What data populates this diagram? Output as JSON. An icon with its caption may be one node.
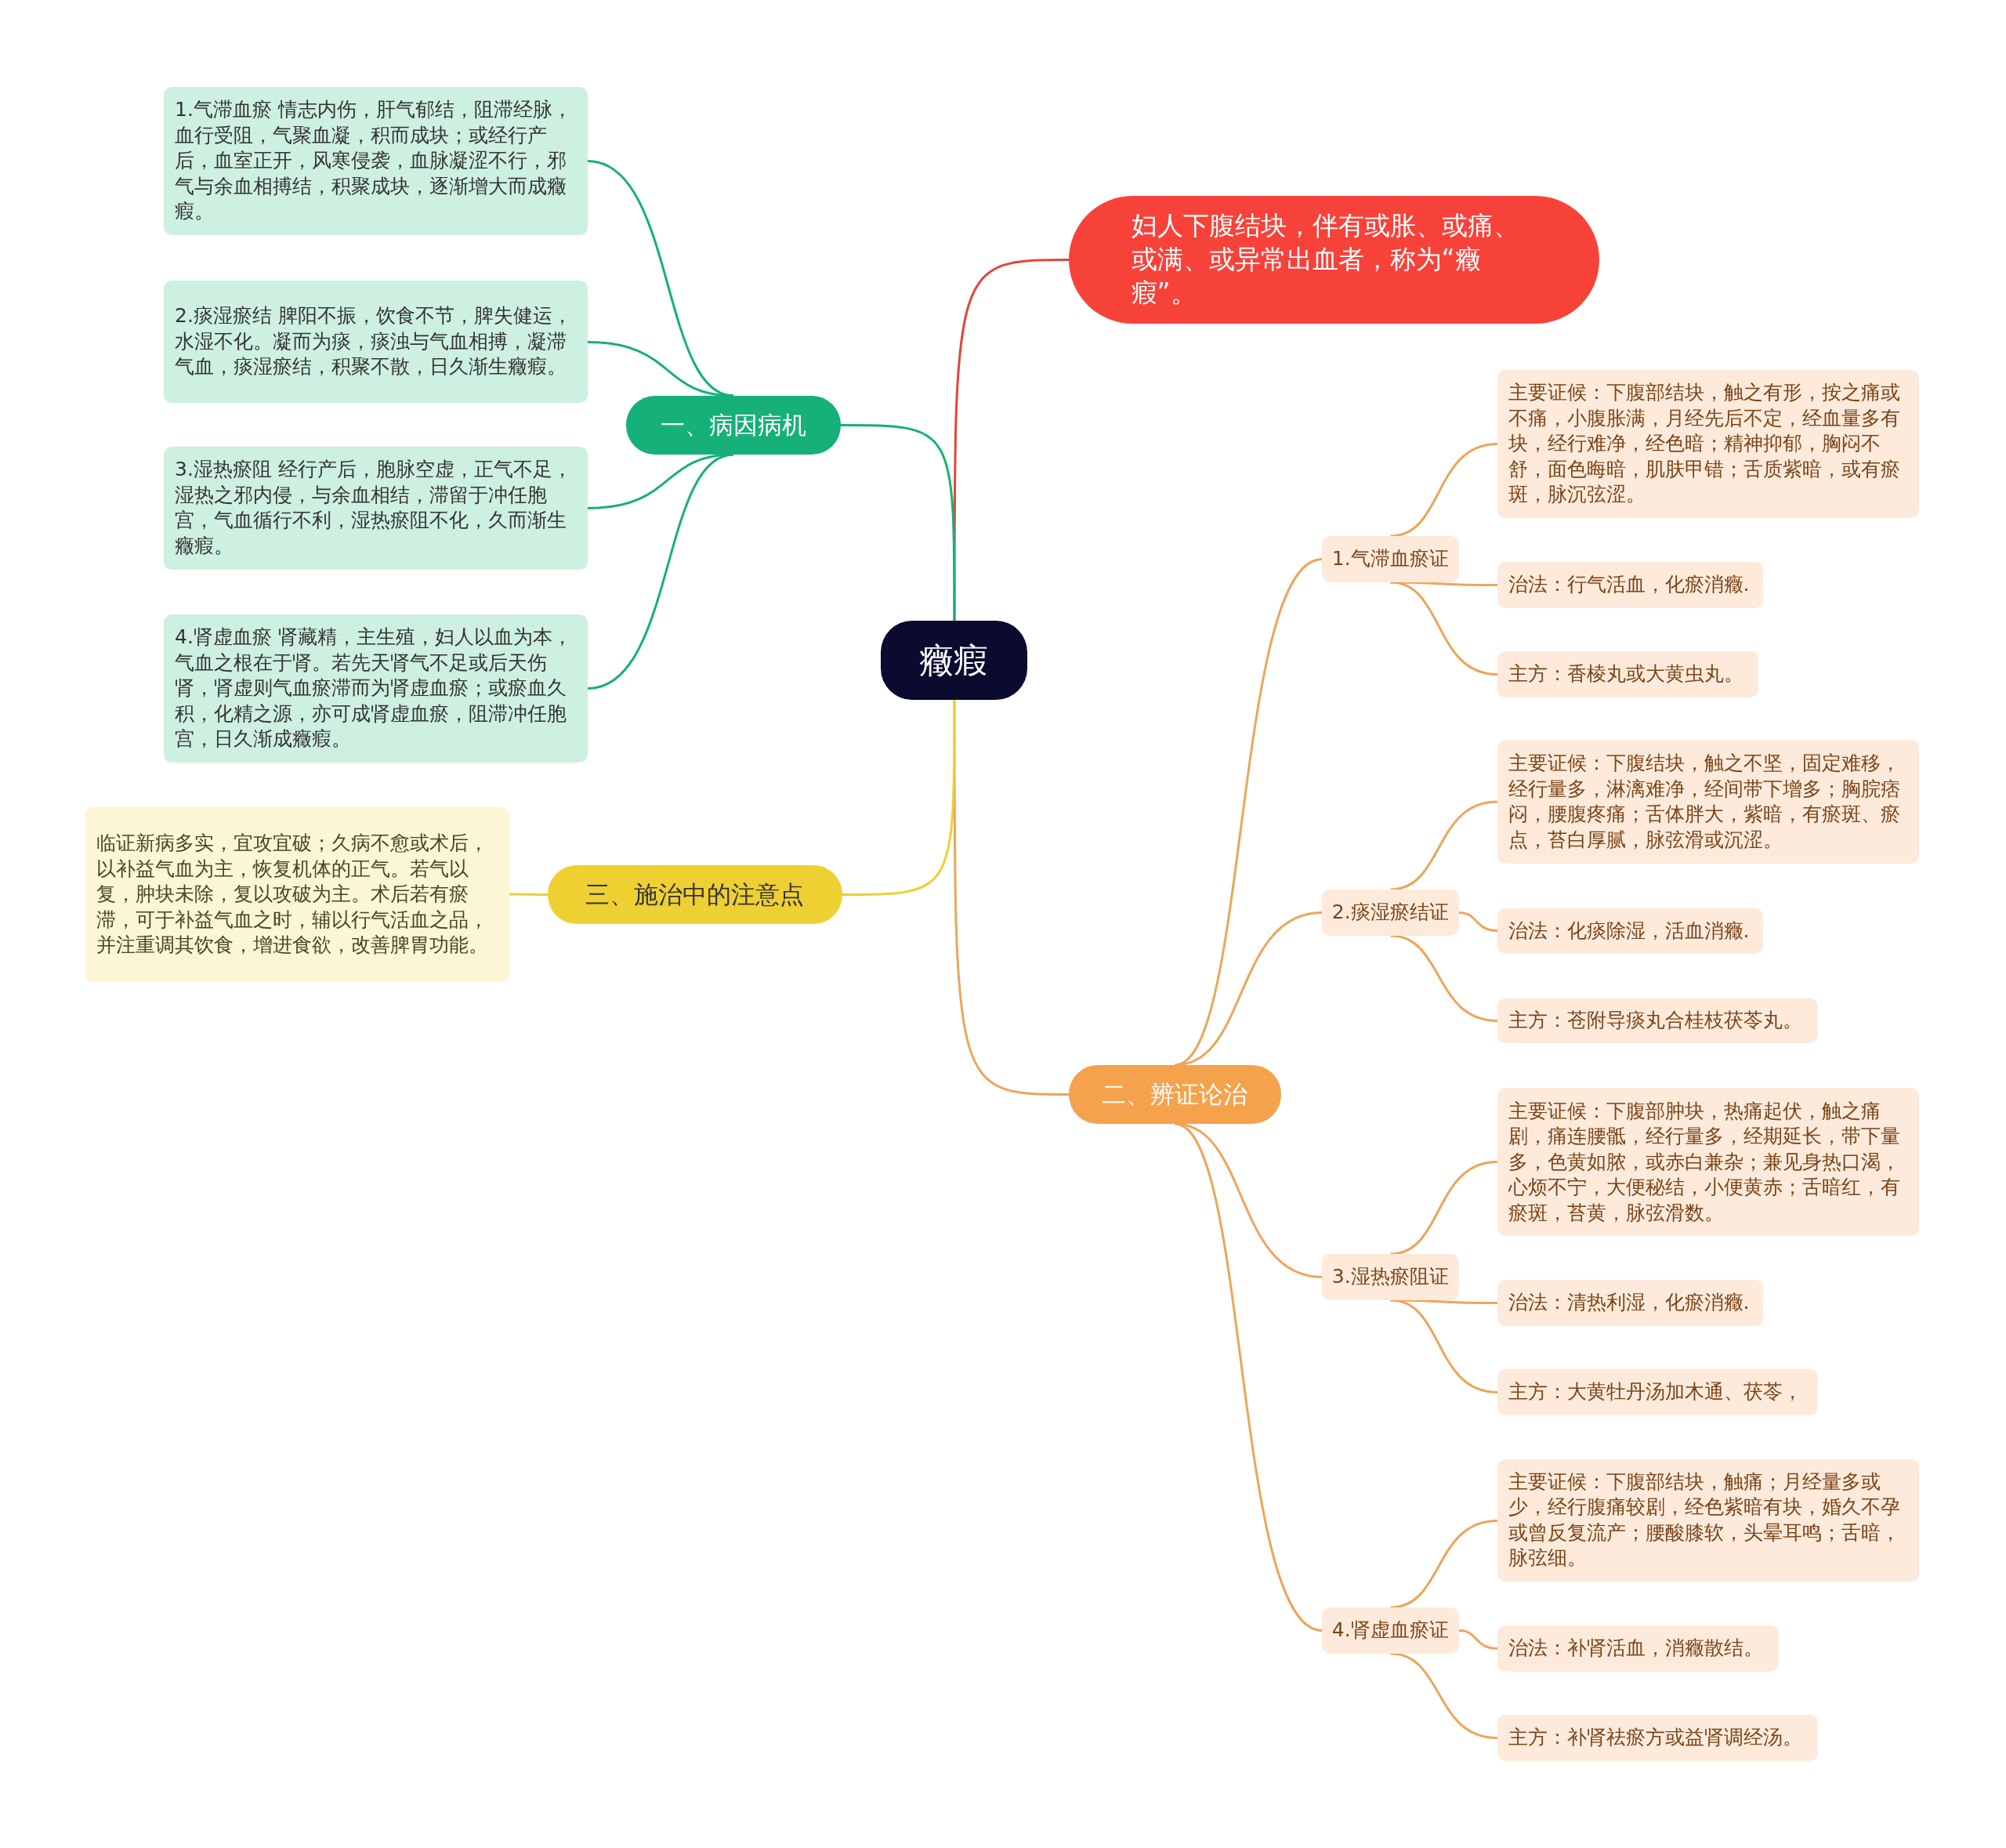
{
  "diagram": {
    "nodes": [
      {
        "text": [
          "癥瘕"
        ]
      },
      {
        "text": [
          "妇人下腹结块，伴有或胀、或痛、或满、或异常出血者，称为“癥瘕”。"
        ]
      },
      {
        "text": [
          "一、病因病机"
        ]
      },
      {
        "text": [
          "1.气滞血瘀 情志内伤，肝气郁结，阻滞经脉，血行受阻，气聚血凝，积而成块；或经行产后，血室正开，风寒侵袭，血脉凝涩不行，邪气与余血相搏结，积聚成块，逐渐增大而成癥瘕。"
        ]
      },
      {
        "text": [
          "2.痰湿瘀结 脾阳不振，饮食不节，脾失健运，水湿不化。凝而为痰，痰浊与气血相搏，凝滞气血，痰湿瘀结，积聚不散，日久渐生癥瘕。"
        ]
      },
      {
        "text": [
          "3.湿热瘀阻 经行产后，胞脉空虚，正气不足，湿热之邪内侵，与余血相结，滞留于冲任胞宫，气血循行不利，湿热瘀阻不化，久而渐生癥瘕。"
        ]
      },
      {
        "text": [
          "4.肾虚血瘀 肾藏精，主生殖，妇人以血为本，气血之根在于肾。若先天肾气不足或后天伤肾，肾虚则气血瘀滞而为肾虚血瘀；或瘀血久积，化精之源，亦可成肾虚血瘀，阻滞冲任胞宫，日久渐成癥瘕。"
        ]
      },
      {
        "text": [
          "二、辨证论治"
        ]
      },
      {
        "text": [
          "1.气滞血瘀证"
        ]
      },
      {
        "text": [
          "主要证候：下腹部结块，触之有形，按之痛或不痛，小腹胀满，月经先后不定，经血量多有块，经行难净，经色暗；精神抑郁，胸闷不舒，面色晦暗，肌肤甲错；舌质紫暗，或有瘀斑，脉沉弦涩。"
        ]
      },
      {
        "text": [
          "治法：行气活血，化瘀消癥."
        ]
      },
      {
        "text": [
          "主方：香棱丸或大黄虫丸。"
        ]
      },
      {
        "text": [
          "2.痰湿瘀结证"
        ]
      },
      {
        "text": [
          "主要证候：下腹结块，触之不坚，固定难移，经行量多，淋漓难净，经间带下增多；胸脘痞闷，腰腹疼痛；舌体胖大，紫暗，有瘀斑、瘀点，苔白厚腻，脉弦滑或沉涩。"
        ]
      },
      {
        "text": [
          "治法：化痰除湿，活血消癥."
        ]
      },
      {
        "text": [
          "主方：苍附导痰丸合桂枝茯苓丸。"
        ]
      },
      {
        "text": [
          "3.湿热瘀阻证"
        ]
      },
      {
        "text": [
          "主要证候：下腹部肿块，热痛起伏，触之痛剧，痛连腰骶，经行量多，经期延长，带下量多，色黄如脓，或赤白兼杂；兼见身热口渴，心烦不宁，大便秘结，小便黄赤；舌暗红，有瘀斑，苔黄，脉弦滑数。"
        ]
      },
      {
        "text": [
          "治法：清热利湿，化瘀消癥."
        ]
      },
      {
        "text": [
          "主方：大黄牡丹汤加木通、茯苓，"
        ]
      },
      {
        "text": [
          "4.肾虚血瘀证"
        ]
      },
      {
        "text": [
          "主要证候：下腹部结块，触痛；月经量多或少，经行腹痛较剧，经色紫暗有块，婚久不孕或曾反复流产；腰酸膝软，头晕耳鸣；舌暗，脉弦细。"
        ]
      },
      {
        "text": [
          "治法：补肾活血，消癥散结。"
        ]
      },
      {
        "text": [
          "主方：补肾祛瘀方或益肾调经汤。"
        ]
      },
      {
        "text": [
          "三、施治中的注意点"
        ]
      },
      {
        "text": [
          "临证新病多实，宜攻宜破；久病不愈或术后，以补益气血为主，恢复机体的正气。若气以复，肿块未除，复以攻破为主。术后若有瘀滞，可于补益气血之时，辅以行气活血之品，并注重调其饮食，增进食欲，改善脾胃功能。"
        ]
      }
    ],
    "edges": [
      {
        "from": 0,
        "to": 1,
        "arrow": "none",
        "color": "#e0463a"
      },
      {
        "from": 0,
        "to": 2,
        "arrow": "none",
        "color": "#16b079"
      },
      {
        "from": 2,
        "to": 3,
        "arrow": "none",
        "color": "#16b079"
      },
      {
        "from": 2,
        "to": 4,
        "arrow": "none",
        "color": "#16b079"
      },
      {
        "from": 2,
        "to": 5,
        "arrow": "none",
        "color": "#16b079"
      },
      {
        "from": 2,
        "to": 6,
        "arrow": "none",
        "color": "#16b079"
      },
      {
        "from": 0,
        "to": 7,
        "arrow": "none"
      },
      {
        "from": 7,
        "to": 8,
        "arrow": "none"
      },
      {
        "from": 8,
        "to": 9,
        "arrow": "none"
      },
      {
        "from": 8,
        "to": 10,
        "arrow": "none"
      },
      {
        "from": 8,
        "to": 11,
        "arrow": "none"
      },
      {
        "from": 7,
        "to": 12,
        "arrow": "none"
      },
      {
        "from": 12,
        "to": 13,
        "arrow": "none"
      },
      {
        "from": 12,
        "to": 14,
        "arrow": "none"
      },
      {
        "from": 12,
        "to": 15,
        "arrow": "none"
      },
      {
        "from": 7,
        "to": 16,
        "arrow": "none"
      },
      {
        "from": 16,
        "to": 17,
        "arrow": "none"
      },
      {
        "from": 16,
        "to": 18,
        "arrow": "none"
      },
      {
        "from": 16,
        "to": 19,
        "arrow": "none"
      },
      {
        "from": 7,
        "to": 20,
        "arrow": "none"
      },
      {
        "from": 20,
        "to": 21,
        "arrow": "none"
      },
      {
        "from": 20,
        "to": 22,
        "arrow": "none"
      },
      {
        "from": 20,
        "to": 23,
        "arrow": "none"
      },
      {
        "from": 0,
        "to": 24,
        "arrow": "none",
        "color": "#ecd030"
      },
      {
        "from": 24,
        "to": 25,
        "arrow": "none",
        "color": "#ecd030"
      }
    ]
  }
}
